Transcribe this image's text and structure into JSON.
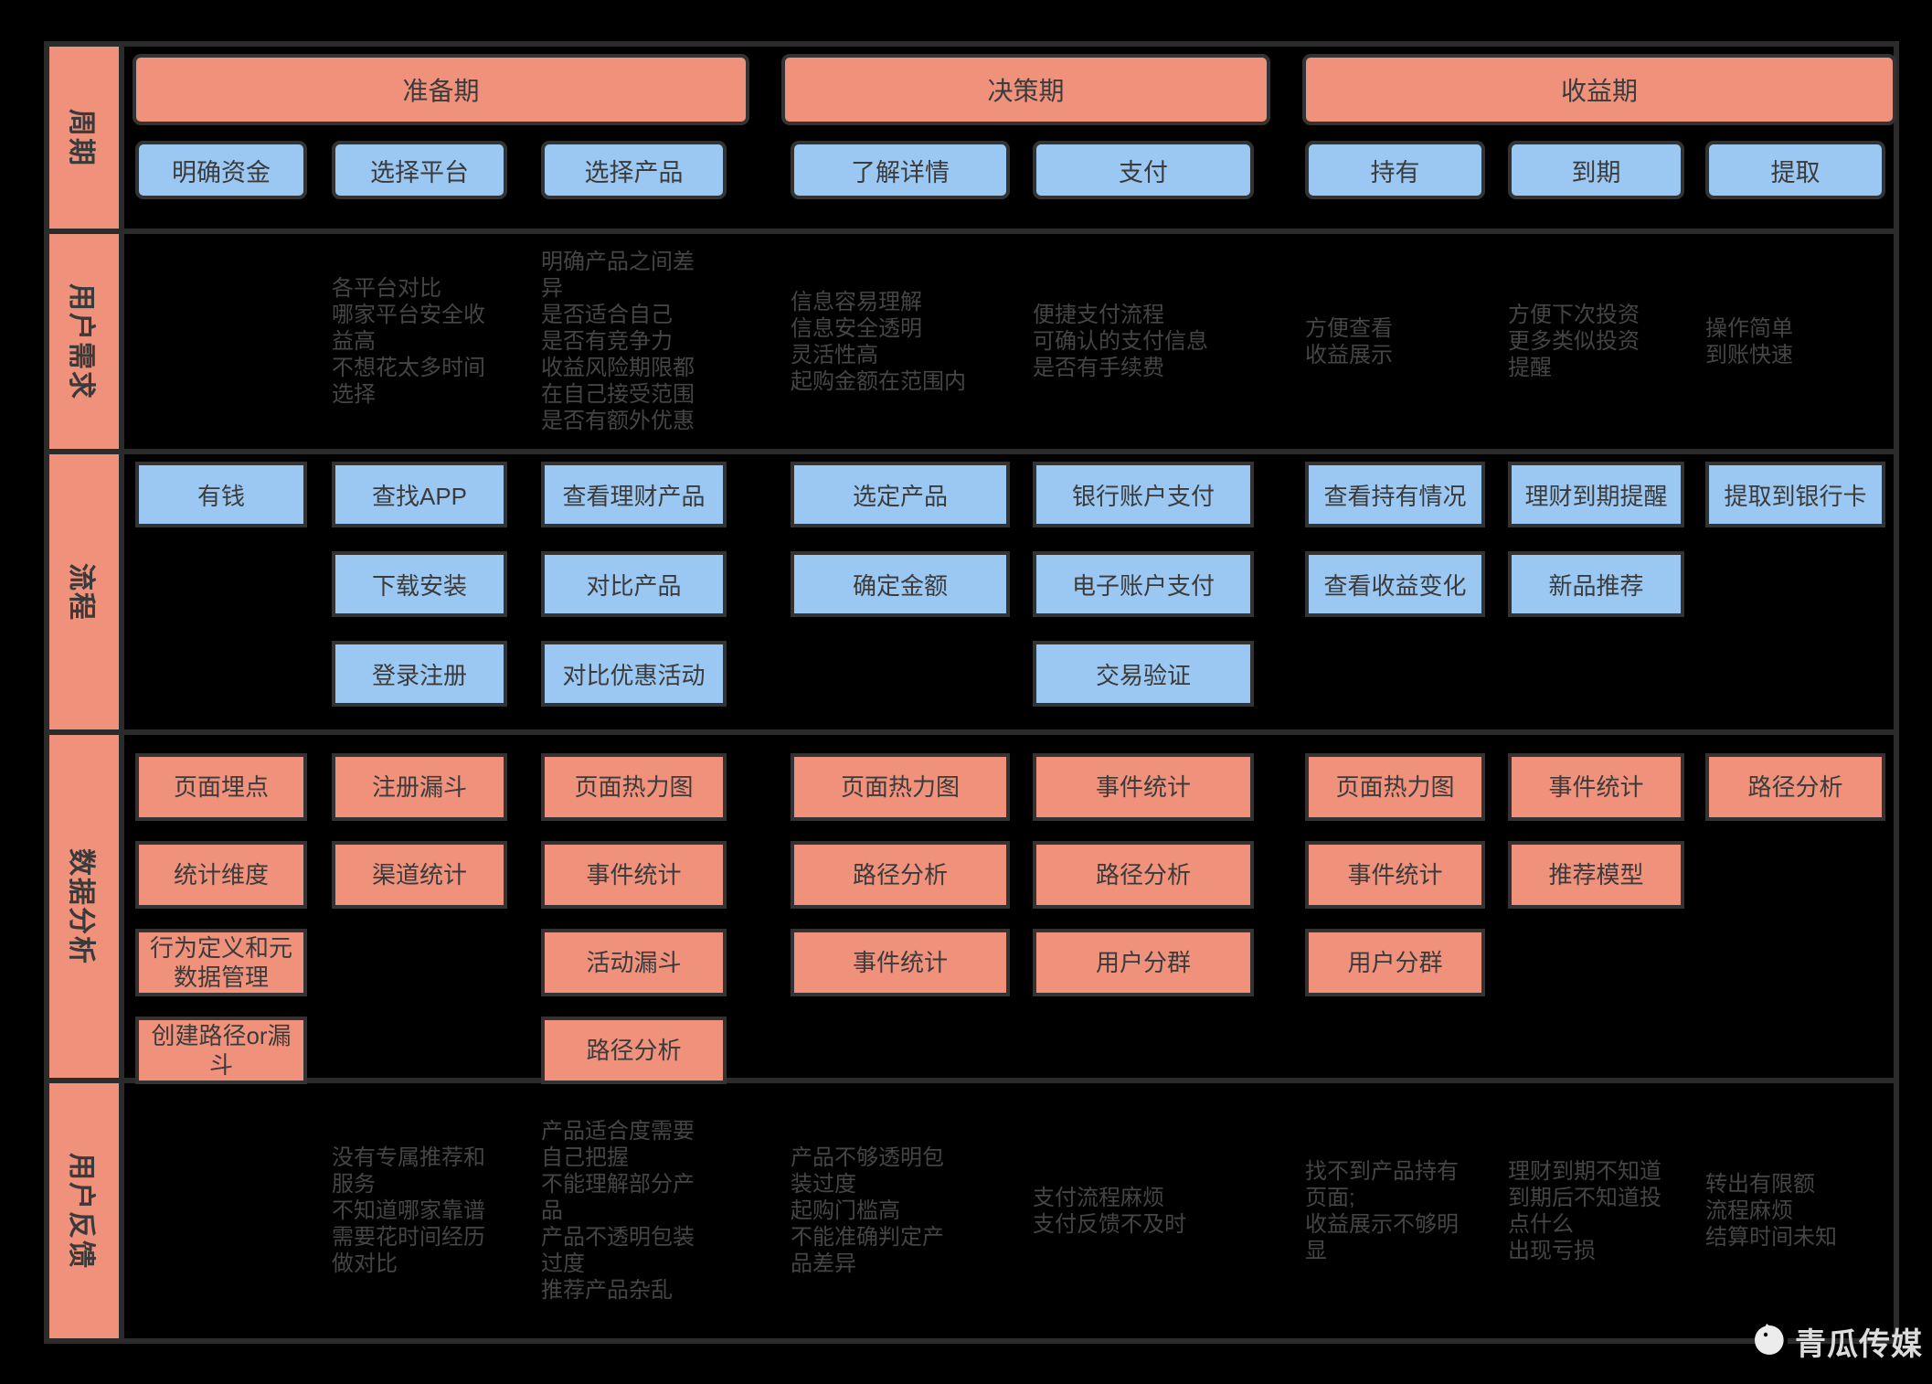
{
  "row_labels": {
    "cycle": "周期",
    "needs": "用户需求",
    "process": "流程",
    "analysis": "数据分析",
    "feedback": "用户反馈"
  },
  "phases": [
    {
      "label": "准备期"
    },
    {
      "label": "决策期"
    },
    {
      "label": "收益期"
    }
  ],
  "stages": [
    {
      "label": "明确资金",
      "phase": 0,
      "needs": [],
      "process": [
        "有钱"
      ],
      "analysis": [
        "页面埋点",
        "统计维度",
        "行为定义和元数据管理",
        "创建路径or漏斗"
      ],
      "feedback": []
    },
    {
      "label": "选择平台",
      "phase": 0,
      "needs": [
        "各平台对比",
        "哪家平台安全收益高",
        "不想花太多时间选择"
      ],
      "process": [
        "查找APP",
        "下载安装",
        "登录注册"
      ],
      "analysis": [
        "注册漏斗",
        "渠道统计"
      ],
      "feedback": [
        "没有专属推荐和服务",
        "不知道哪家靠谱",
        "需要花时间经历做对比"
      ]
    },
    {
      "label": "选择产品",
      "phase": 0,
      "needs": [
        "明确产品之间差异",
        "是否适合自己",
        "是否有竞争力",
        "收益风险期限都在自己接受范围",
        "是否有额外优惠"
      ],
      "process": [
        "查看理财产品",
        "对比产品",
        "对比优惠活动"
      ],
      "analysis": [
        "页面热力图",
        "事件统计",
        "活动漏斗",
        "路径分析"
      ],
      "feedback": [
        "产品适合度需要自己把握",
        "不能理解部分产品",
        "产品不透明包装过度",
        "推荐产品杂乱"
      ]
    },
    {
      "label": "了解详情",
      "phase": 1,
      "needs": [
        "信息容易理解",
        "信息安全透明",
        "灵活性高",
        "起购金额在范围内"
      ],
      "process": [
        "选定产品",
        "确定金额"
      ],
      "analysis": [
        "页面热力图",
        "路径分析",
        "事件统计"
      ],
      "feedback": [
        "产品不够透明包装过度",
        "起购门槛高",
        "不能准确判定产品差异"
      ]
    },
    {
      "label": "支付",
      "phase": 1,
      "needs": [
        "便捷支付流程",
        "可确认的支付信息",
        "是否有手续费"
      ],
      "process": [
        "银行账户支付",
        "电子账户支付",
        "交易验证"
      ],
      "analysis": [
        "事件统计",
        "路径分析",
        "用户分群"
      ],
      "feedback": [
        "支付流程麻烦",
        "支付反馈不及时"
      ]
    },
    {
      "label": "持有",
      "phase": 2,
      "needs": [
        "方便查看",
        "收益展示"
      ],
      "process": [
        "查看持有情况",
        "查看收益变化"
      ],
      "analysis": [
        "页面热力图",
        "事件统计",
        "用户分群"
      ],
      "feedback": [
        "找不到产品持有页面;",
        "收益展示不够明显"
      ]
    },
    {
      "label": "到期",
      "phase": 2,
      "needs": [
        "方便下次投资",
        "更多类似投资",
        "提醒"
      ],
      "process": [
        "理财到期提醒",
        "新品推荐"
      ],
      "analysis": [
        "事件统计",
        "推荐模型"
      ],
      "feedback": [
        "理财到期不知道",
        "到期后不知道投点什么",
        "出现亏损"
      ]
    },
    {
      "label": "提取",
      "phase": 2,
      "needs": [
        "操作简单",
        "到账快速"
      ],
      "process": [
        "提取到银行卡"
      ],
      "analysis": [
        "路径分析"
      ],
      "feedback": [
        "转出有限额",
        "流程麻烦",
        "结算时间未知"
      ]
    }
  ],
  "logo": {
    "text": "青瓜传媒"
  },
  "colors": {
    "background": "#000000",
    "phase_salmon": "#F0917C",
    "stage_blue": "#9BC8F2",
    "grid_line": "#2B2B2B",
    "dim_text": "#454545",
    "box_text": "#3B3B3B"
  }
}
